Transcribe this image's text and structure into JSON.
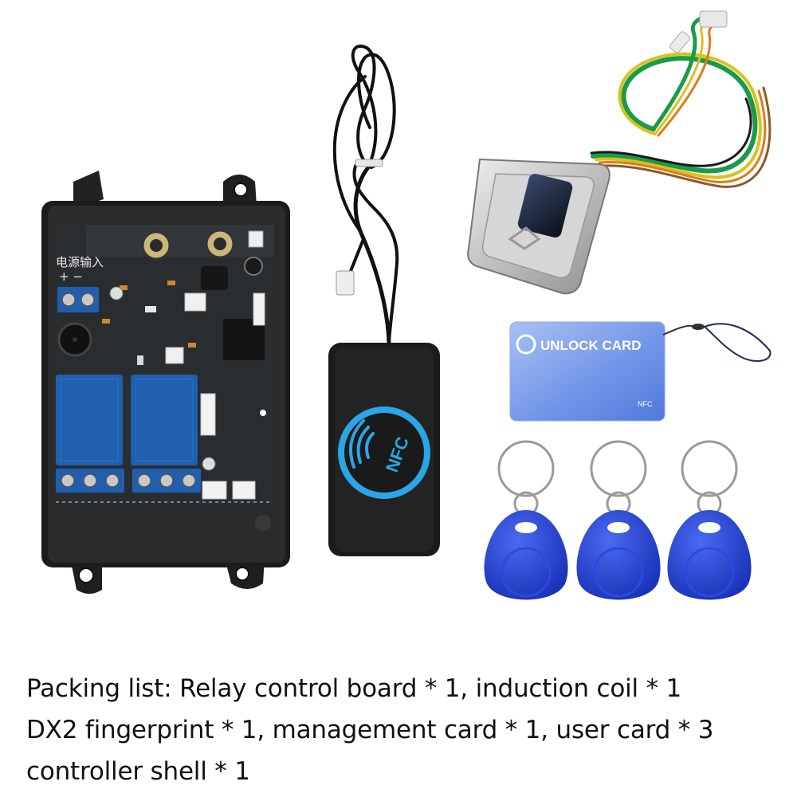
{
  "product": {
    "card_label": "UNLOCK CARD",
    "card_tag": "NFC",
    "reader_label": "NFC",
    "board_input_label": "电源输入",
    "board_plus_minus": "+ −"
  },
  "caption": {
    "lines": [
      "Packing list: Relay control board * 1, induction coil * 1",
      "DX2 fingerprint * 1, management card * 1, user card * 3",
      "controller shell * 1"
    ]
  },
  "colors": {
    "background": "#ffffff",
    "board_pcb": "#2a2d30",
    "shell": "#1c1c1c",
    "relay_blue": "#1f5fae",
    "nfc_ring": "#2aa6e6",
    "keyfob_blue": "#1e3fc8",
    "card_blue": "#6a8fe6",
    "fingerprint_metal": "#c9c9c9",
    "wire_colors": [
      "#1a9b4a",
      "#d9c21a",
      "#e27a1a",
      "#8a5a2b",
      "#1a1a1a",
      "#e8e8e8"
    ]
  },
  "icons": {
    "nfc_wave": "nfc-wave-icon",
    "card_logo": "unlock-logo-icon"
  }
}
